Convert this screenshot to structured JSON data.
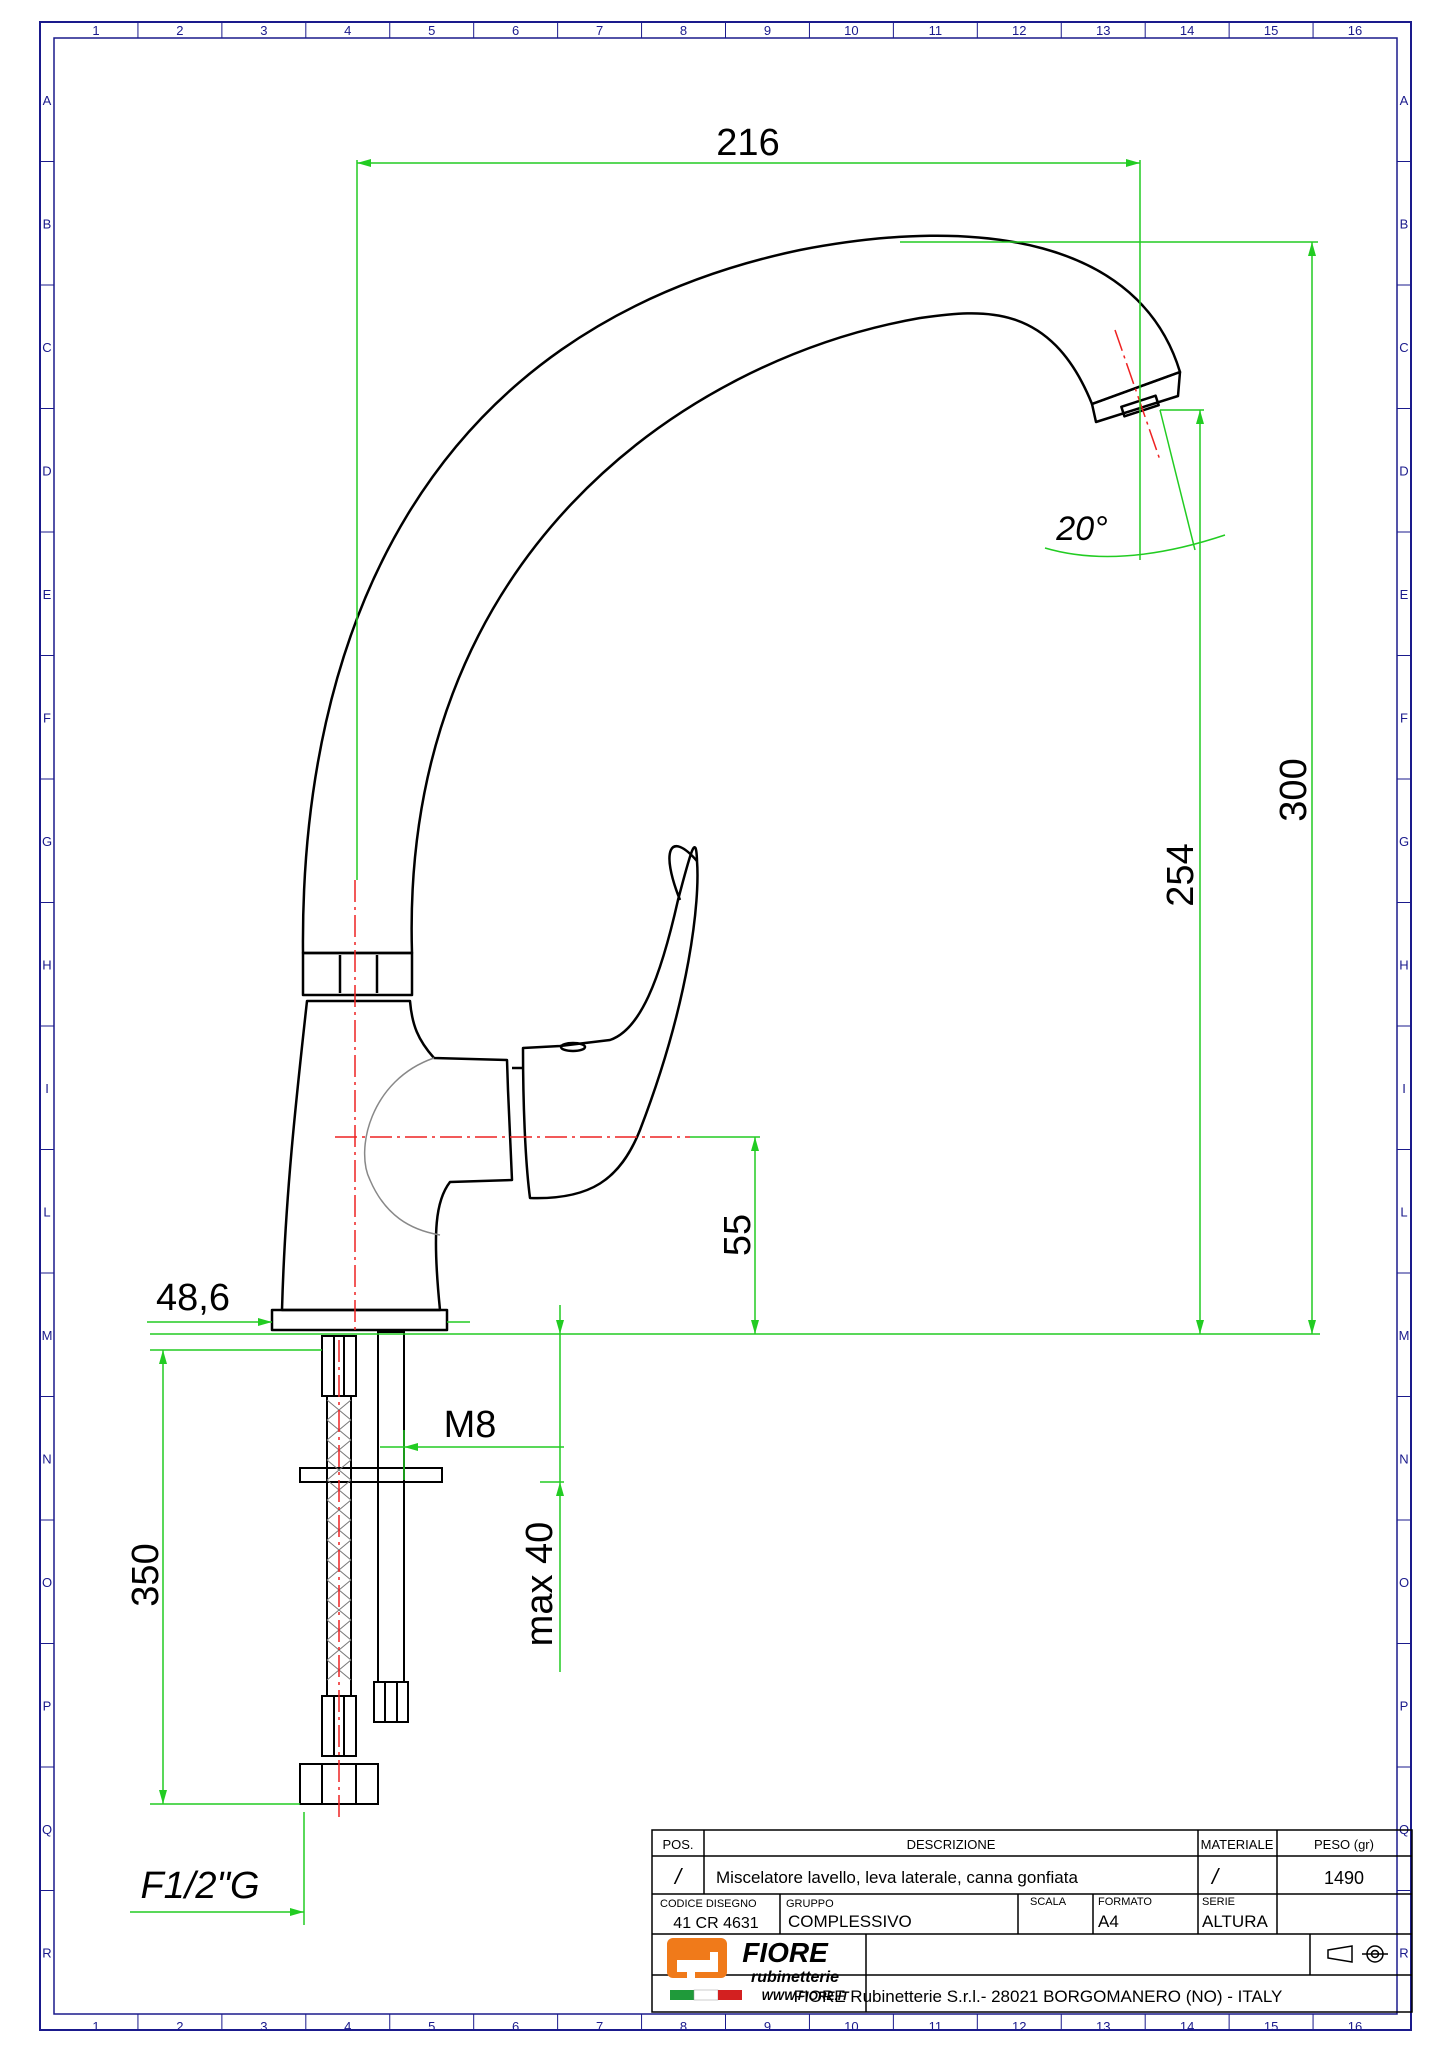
{
  "grid": {
    "columns": [
      "1",
      "2",
      "3",
      "4",
      "5",
      "6",
      "7",
      "8",
      "9",
      "10",
      "11",
      "12",
      "13",
      "14",
      "15",
      "16"
    ],
    "rows": [
      "A",
      "B",
      "C",
      "D",
      "E",
      "F",
      "G",
      "H",
      "I",
      "L",
      "M",
      "N",
      "O",
      "P",
      "Q",
      "R"
    ]
  },
  "dimensions": {
    "width_216": "216",
    "height_300": "300",
    "height_254": "254",
    "angle_20": "20°",
    "height_55": "55",
    "offset_48_6": "48,6",
    "thread_m8": "M8",
    "max_40": "max 40",
    "hose_350": "350",
    "conn_f12g": "F1/2\"G"
  },
  "title_block": {
    "pos_label": "POS.",
    "desc_label": "DESCRIZIONE",
    "mat_label": "MATERIALE",
    "peso_label": "PESO (gr)",
    "pos_value": "/",
    "desc_value": "Miscelatore lavello, leva laterale, canna gonfiata",
    "mat_value": "/",
    "peso_value": "1490",
    "codice_label": "CODICE DISEGNO",
    "codice_value": "41 CR 4631",
    "gruppo_label": "GRUPPO",
    "gruppo_value": "COMPLESSIVO",
    "scala_label": "SCALA",
    "formato_label": "FORMATO",
    "formato_value": "A4",
    "serie_label": "SERIE",
    "serie_value": "ALTURA",
    "logo_brand": "FIORE",
    "logo_sub": "rubinetterie",
    "logo_web": "WWW.FIORE.IT",
    "company": "FIORE Rubinetterie S.r.l.- 28021 BORGOMANERO (NO) - ITALY"
  },
  "colors": {
    "frame": "#1a1a8c",
    "dimension": "#22cc22",
    "centerline": "#ee2222",
    "outline": "#000000",
    "logo_orange": "#f07a1a"
  }
}
